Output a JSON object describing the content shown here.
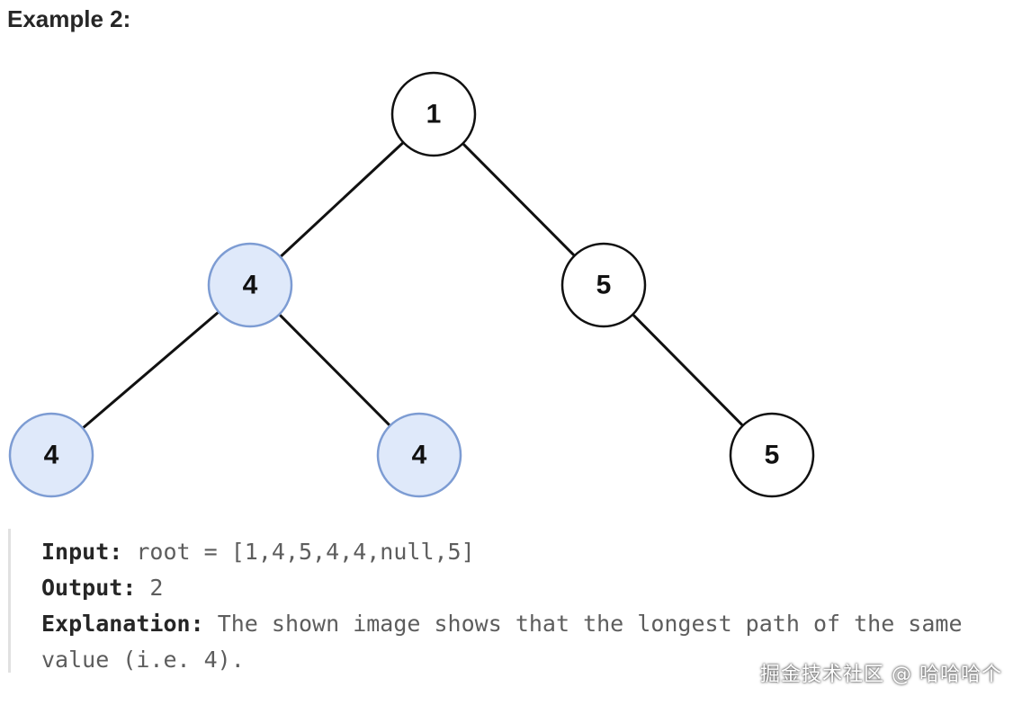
{
  "heading": "Example 2:",
  "tree": {
    "highlight_color": "#dfe9fa",
    "highlight_stroke": "#7d9cd3",
    "node_color": "#ffffff",
    "node_stroke": "#111111",
    "nodes": [
      {
        "id": "n1",
        "value": "1",
        "highlighted": false
      },
      {
        "id": "n2",
        "value": "4",
        "highlighted": true
      },
      {
        "id": "n3",
        "value": "5",
        "highlighted": false
      },
      {
        "id": "n4",
        "value": "4",
        "highlighted": true
      },
      {
        "id": "n5",
        "value": "4",
        "highlighted": true
      },
      {
        "id": "n6",
        "value": "5",
        "highlighted": false
      }
    ],
    "edges": [
      [
        "n1",
        "n2"
      ],
      [
        "n1",
        "n3"
      ],
      [
        "n2",
        "n4"
      ],
      [
        "n2",
        "n5"
      ],
      [
        "n3",
        "n6"
      ]
    ]
  },
  "example": {
    "input_label": "Input:",
    "input_value": "root = [1,4,5,4,4,null,5]",
    "output_label": "Output:",
    "output_value": "2",
    "explanation_label": "Explanation:",
    "explanation_value": "The shown image shows that the longest path of the same value (i.e. 4)."
  },
  "watermark": "掘金技术社区 @ 哈哈哈个"
}
